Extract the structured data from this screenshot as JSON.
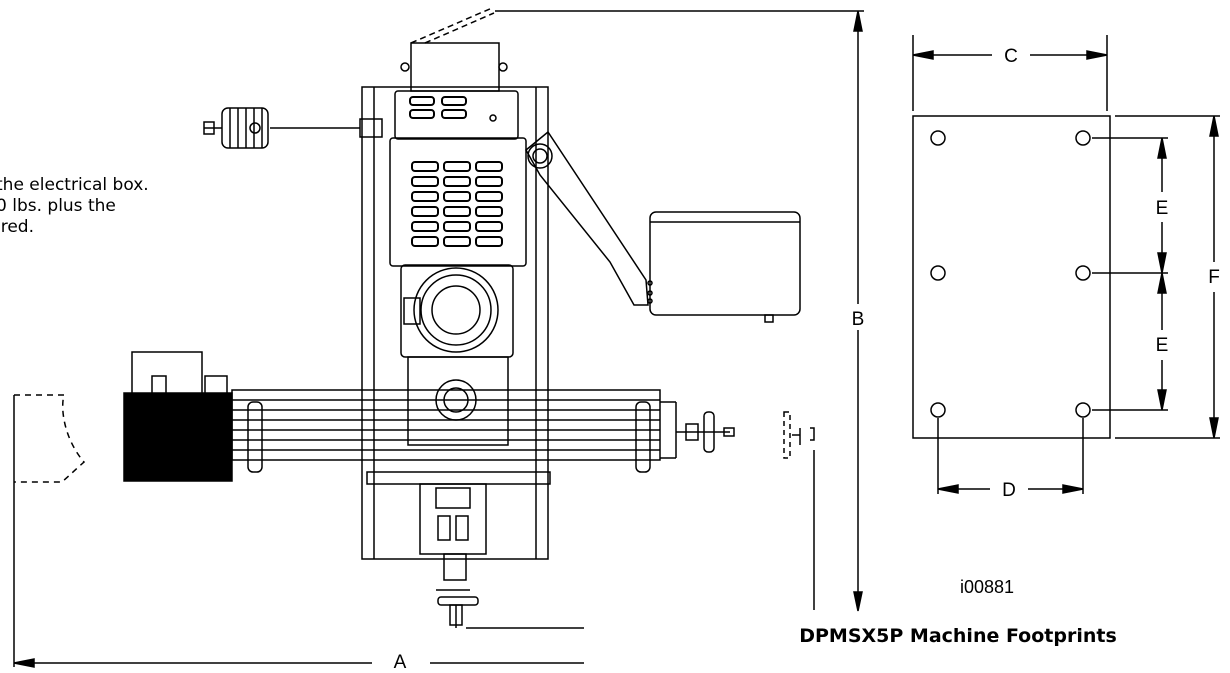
{
  "notes": {
    "line1": "the electrical box.",
    "line2": "0 lbs. plus the",
    "line3": "ired."
  },
  "dimensions": {
    "a": "A",
    "b": "B",
    "c": "C",
    "d": "D",
    "e_upper": "E",
    "e_lower": "E",
    "f": "F"
  },
  "figure_id": "i00881",
  "caption": "DPMSX5P Machine Footprints"
}
